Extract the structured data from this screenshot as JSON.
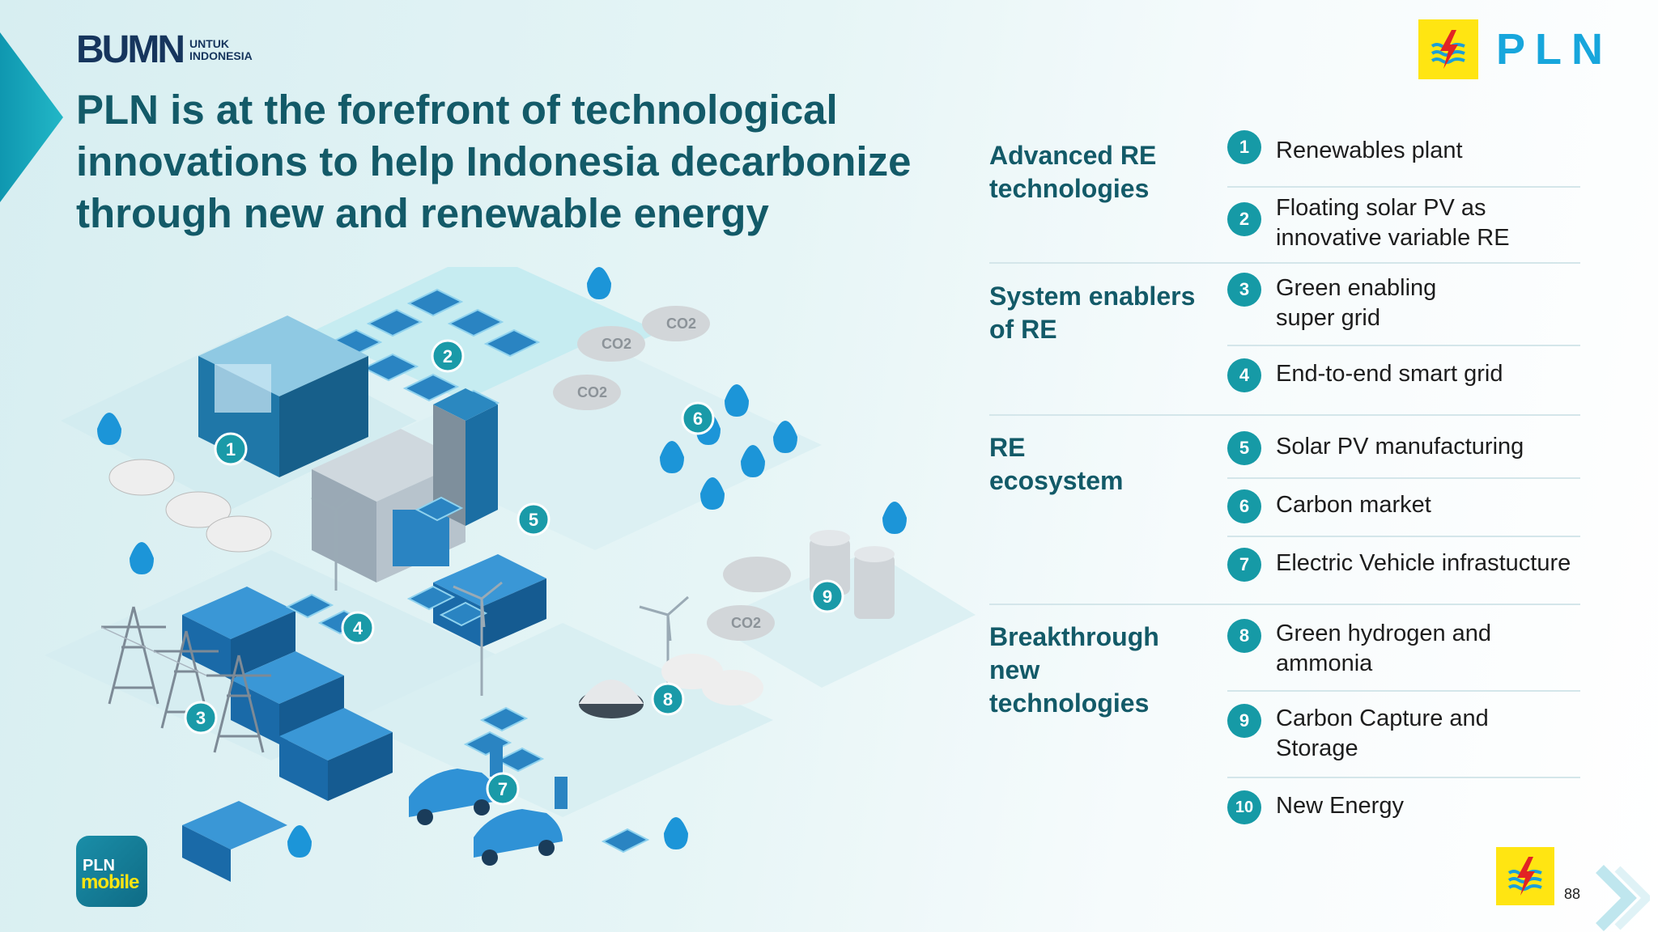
{
  "brand": {
    "bumn_word": "BUMN",
    "bumn_sub_line1": "UNTUK",
    "bumn_sub_line2": "INDONESIA",
    "pln_word": "PLN",
    "pln_mobile_line1": "PLN",
    "pln_mobile_line2": "mobile"
  },
  "title": "PLN is at the forefront of technological innovations to help Indonesia decarbonize through new and renewable energy",
  "categories": [
    {
      "label": "Advanced RE technologies"
    },
    {
      "label": "System enablers of RE"
    },
    {
      "label": "RE ecosystem"
    },
    {
      "label": "Breakthrough new technologies"
    }
  ],
  "items": [
    {
      "num": "1",
      "text": "Renewables plant"
    },
    {
      "num": "2",
      "text": "Floating solar PV as innovative variable RE"
    },
    {
      "num": "3",
      "text": "Green enabling super grid"
    },
    {
      "num": "4",
      "text": "End-to-end smart grid"
    },
    {
      "num": "5",
      "text": "Solar PV manufacturing"
    },
    {
      "num": "6",
      "text": "Carbon market"
    },
    {
      "num": "7",
      "text": "Electric Vehicle infrastucture"
    },
    {
      "num": "8",
      "text": "Green hydrogen and ammonia"
    },
    {
      "num": "9",
      "text": "Carbon Capture and Storage"
    },
    {
      "num": "10",
      "text": "New Energy"
    }
  ],
  "illustration_labels": {
    "markers": [
      "1",
      "2",
      "3",
      "4",
      "5",
      "6",
      "7",
      "8",
      "9"
    ],
    "co2": "CO2"
  },
  "page_number": "88",
  "colors": {
    "accent_teal": "#169aa6",
    "title_teal": "#135a68",
    "pln_blue": "#17a6dc",
    "pln_yellow": "#ffe512",
    "navy": "#16355d"
  }
}
